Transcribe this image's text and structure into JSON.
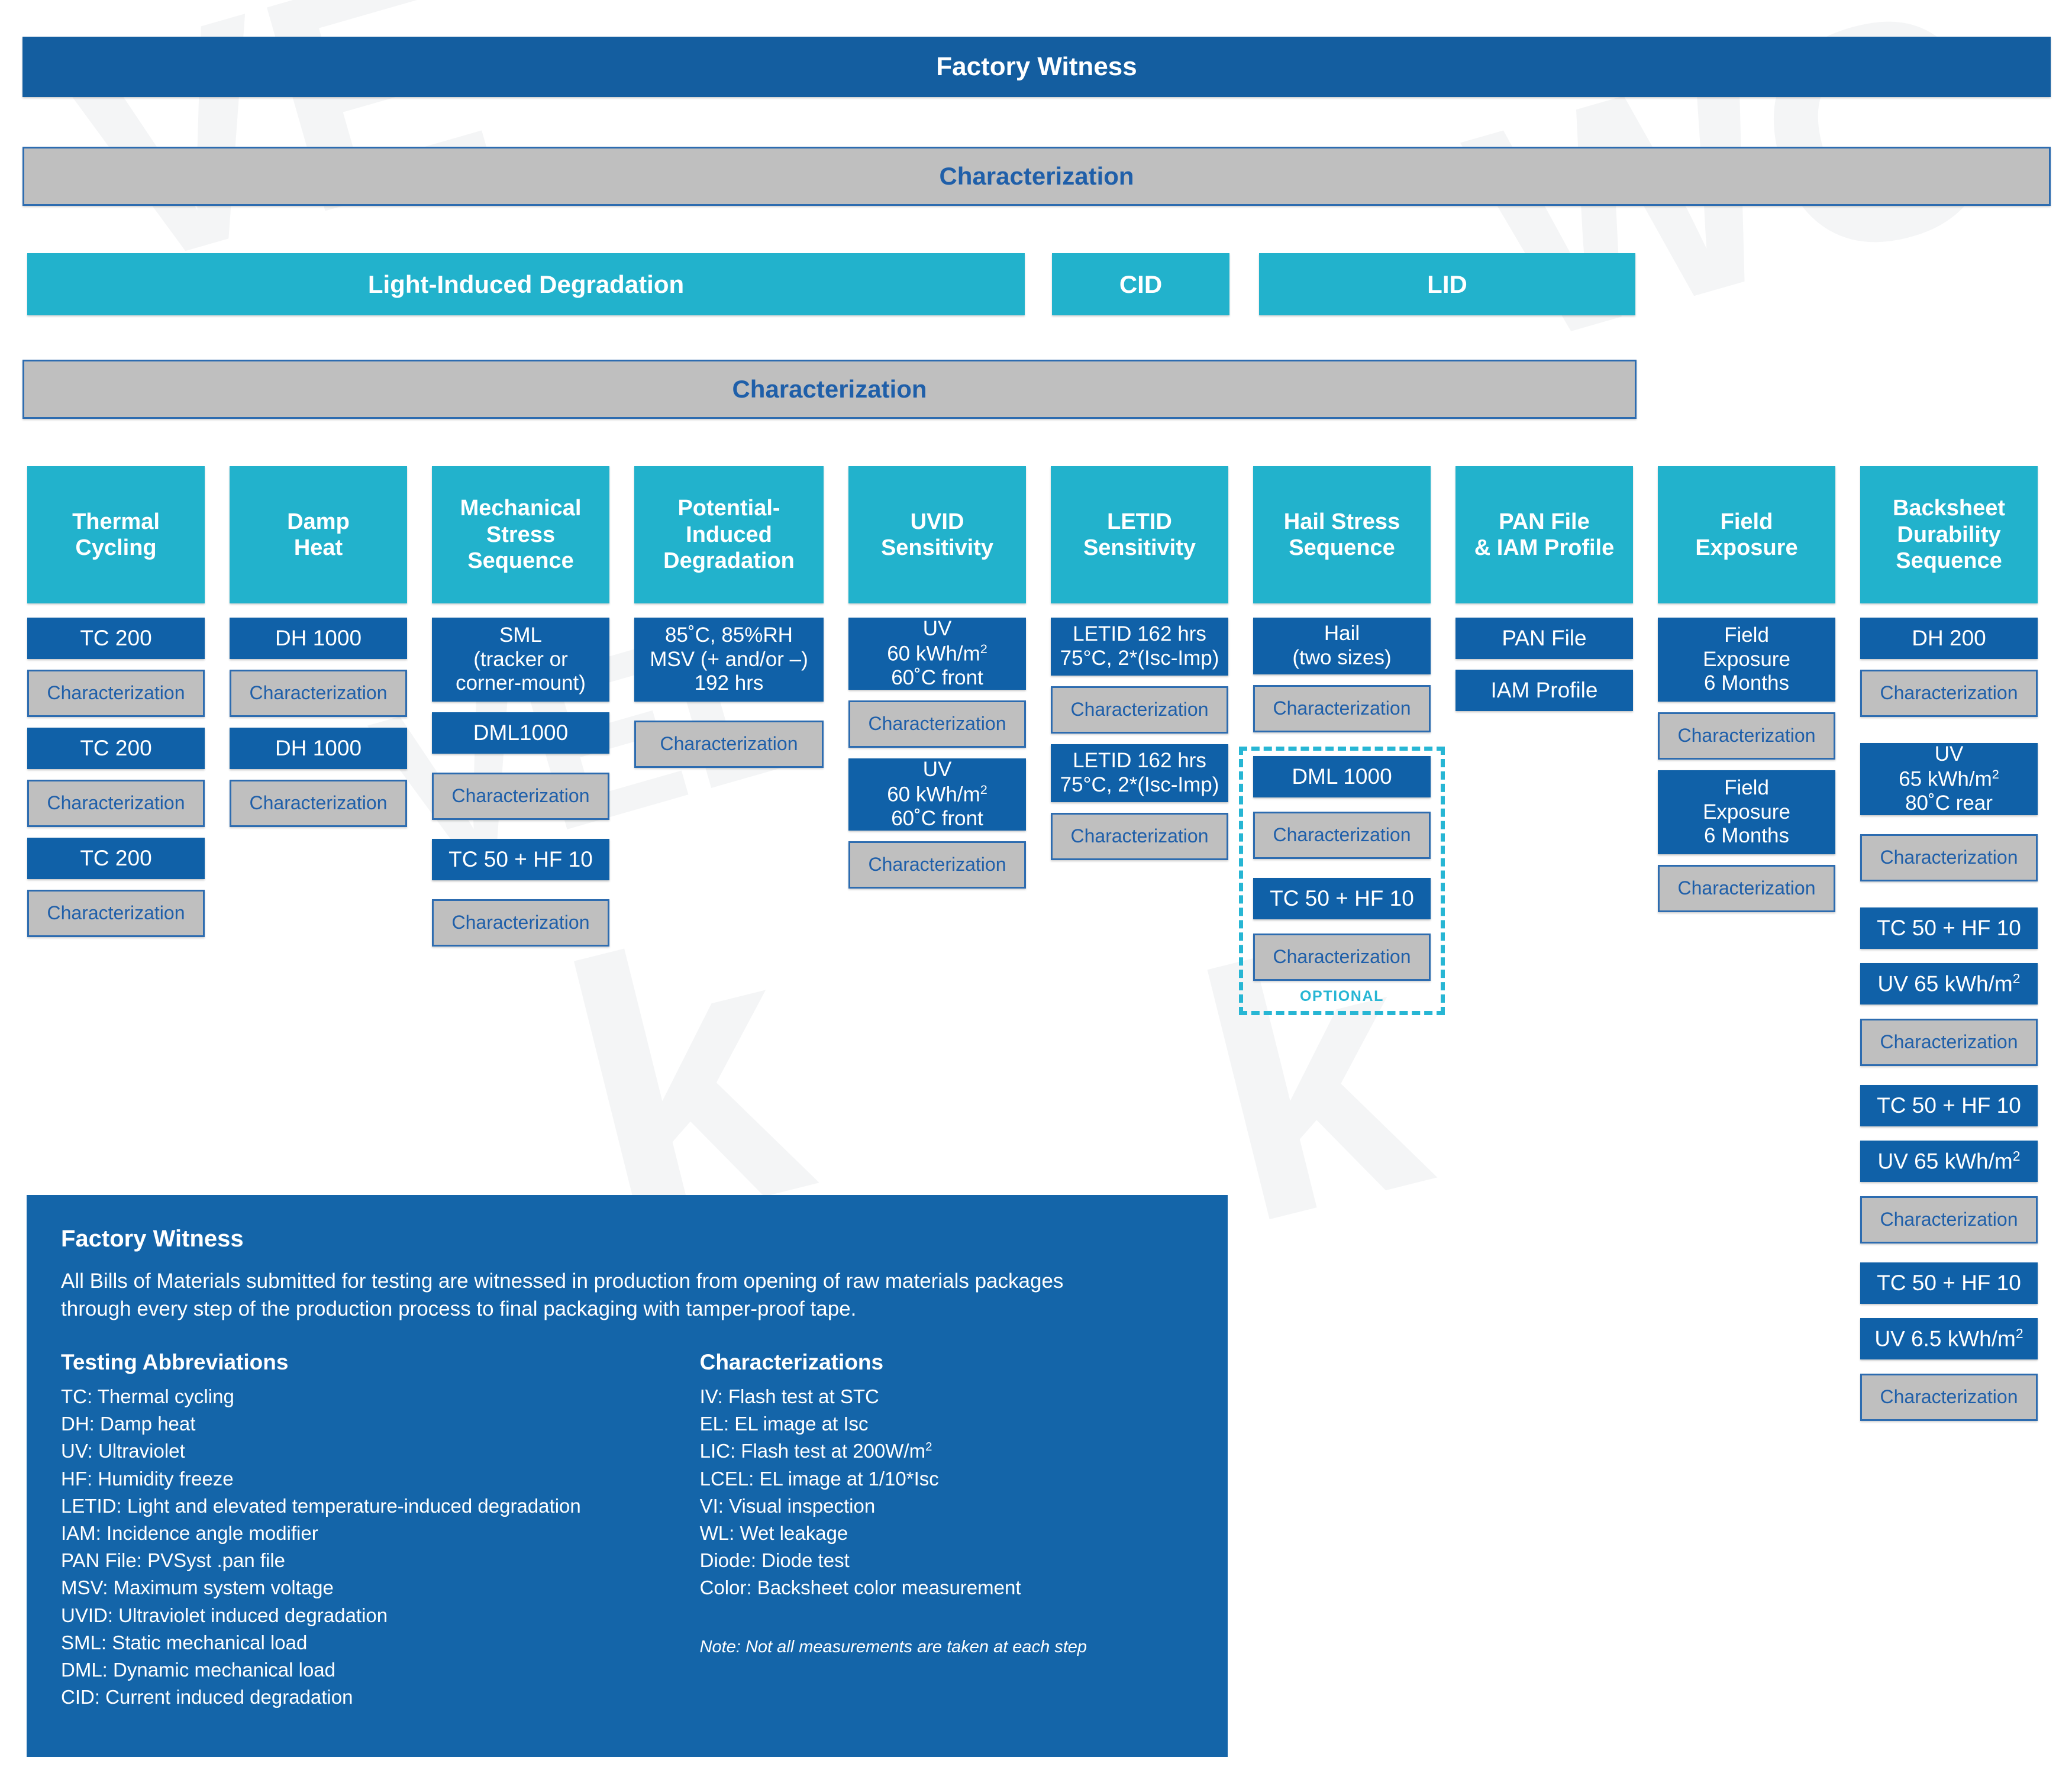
{
  "banners": {
    "factory_witness": "Factory Witness",
    "characterization_1": "Characterization",
    "light_induced_degradation": "Light-Induced Degradation",
    "cid": "CID",
    "lid": "LID",
    "characterization_2": "Characterization"
  },
  "characterization_label": "Characterization",
  "optional_label": "OPTIONAL",
  "columns": [
    {
      "id": "thermal-cycling",
      "header": [
        "Thermal",
        "Cycling"
      ],
      "steps": [
        {
          "type": "blue",
          "lines": [
            "TC 200"
          ]
        },
        {
          "type": "grey",
          "lines": [
            "Characterization"
          ]
        },
        {
          "type": "blue",
          "lines": [
            "TC 200"
          ]
        },
        {
          "type": "grey",
          "lines": [
            "Characterization"
          ]
        },
        {
          "type": "blue",
          "lines": [
            "TC 200"
          ]
        },
        {
          "type": "grey",
          "lines": [
            "Characterization"
          ]
        }
      ]
    },
    {
      "id": "damp-heat",
      "header": [
        "Damp",
        "Heat"
      ],
      "steps": [
        {
          "type": "blue",
          "lines": [
            "DH 1000"
          ]
        },
        {
          "type": "grey",
          "lines": [
            "Characterization"
          ]
        },
        {
          "type": "blue",
          "lines": [
            "DH 1000"
          ]
        },
        {
          "type": "grey",
          "lines": [
            "Characterization"
          ]
        }
      ]
    },
    {
      "id": "mechanical-stress-sequence",
      "header": [
        "Mechanical",
        "Stress",
        "Sequence"
      ],
      "steps": [
        {
          "type": "blue",
          "lines": [
            "SML",
            "(tracker or",
            "corner-mount)"
          ]
        },
        {
          "type": "blue",
          "lines": [
            "DML1000"
          ]
        },
        {
          "type": "grey",
          "lines": [
            "Characterization"
          ]
        },
        {
          "type": "blue",
          "lines": [
            "TC 50 + HF 10"
          ]
        },
        {
          "type": "grey",
          "lines": [
            "Characterization"
          ]
        }
      ]
    },
    {
      "id": "potential-induced-degradation",
      "header": [
        "Potential-",
        "Induced",
        "Degradation"
      ],
      "steps": [
        {
          "type": "blue",
          "lines": [
            "85˚C, 85%RH",
            "MSV (+ and/or –)",
            "192 hrs"
          ]
        },
        {
          "type": "grey",
          "lines": [
            "Characterization"
          ]
        }
      ]
    },
    {
      "id": "uvid-sensitivity",
      "header": [
        "UVID",
        "Sensitivity"
      ],
      "steps": [
        {
          "type": "blue",
          "lines": [
            "UV",
            "60 kWh/m²",
            "60˚C front"
          ]
        },
        {
          "type": "grey",
          "lines": [
            "Characterization"
          ]
        },
        {
          "type": "blue",
          "lines": [
            "UV",
            "60 kWh/m²",
            "60˚C front"
          ]
        },
        {
          "type": "grey",
          "lines": [
            "Characterization"
          ]
        }
      ]
    },
    {
      "id": "letid-sensitivity",
      "header": [
        "LETID",
        "Sensitivity"
      ],
      "steps": [
        {
          "type": "blue",
          "lines": [
            "LETID 162 hrs",
            "75°C, 2*(Isc-Imp)"
          ]
        },
        {
          "type": "grey",
          "lines": [
            "Characterization"
          ]
        },
        {
          "type": "blue",
          "lines": [
            "LETID 162 hrs",
            "75°C, 2*(Isc-Imp)"
          ]
        },
        {
          "type": "grey",
          "lines": [
            "Characterization"
          ]
        }
      ]
    },
    {
      "id": "hail-stress-sequence",
      "header": [
        "Hail Stress",
        "Sequence"
      ],
      "steps": [
        {
          "type": "blue",
          "lines": [
            "Hail",
            "(two sizes)"
          ]
        },
        {
          "type": "grey",
          "lines": [
            "Characterization"
          ]
        },
        {
          "type": "blue",
          "lines": [
            "DML 1000"
          ],
          "optional": true
        },
        {
          "type": "grey",
          "lines": [
            "Characterization"
          ],
          "optional": true
        },
        {
          "type": "blue",
          "lines": [
            "TC 50 + HF 10"
          ],
          "optional": true
        },
        {
          "type": "grey",
          "lines": [
            "Characterization"
          ],
          "optional": true
        }
      ]
    },
    {
      "id": "pan-file-iam-profile",
      "header": [
        "PAN File",
        "& IAM Profile"
      ],
      "steps": [
        {
          "type": "blue",
          "lines": [
            "PAN File"
          ]
        },
        {
          "type": "blue",
          "lines": [
            "IAM Profile"
          ]
        }
      ]
    },
    {
      "id": "field-exposure",
      "header": [
        "Field",
        "Exposure"
      ],
      "steps": [
        {
          "type": "blue",
          "lines": [
            "Field",
            "Exposure",
            "6 Months"
          ]
        },
        {
          "type": "grey",
          "lines": [
            "Characterization"
          ]
        },
        {
          "type": "blue",
          "lines": [
            "Field",
            "Exposure",
            "6 Months"
          ]
        },
        {
          "type": "grey",
          "lines": [
            "Characterization"
          ]
        }
      ]
    },
    {
      "id": "backsheet-durability-sequence",
      "header": [
        "Backsheet",
        "Durability",
        "Sequence"
      ],
      "steps": [
        {
          "type": "blue",
          "lines": [
            "DH 200"
          ]
        },
        {
          "type": "grey",
          "lines": [
            "Characterization"
          ]
        },
        {
          "type": "blue",
          "lines": [
            "UV",
            "65 kWh/m²",
            "80˚C rear"
          ]
        },
        {
          "type": "grey",
          "lines": [
            "Characterization"
          ]
        },
        {
          "type": "blue",
          "lines": [
            "TC 50 + HF 10"
          ]
        },
        {
          "type": "blue",
          "lines": [
            "UV 65 kWh/m²"
          ]
        },
        {
          "type": "grey",
          "lines": [
            "Characterization"
          ]
        },
        {
          "type": "blue",
          "lines": [
            "TC 50 + HF 10"
          ]
        },
        {
          "type": "blue",
          "lines": [
            "UV 65 kWh/m²"
          ]
        },
        {
          "type": "grey",
          "lines": [
            "Characterization"
          ]
        },
        {
          "type": "blue",
          "lines": [
            "TC 50 + HF 10"
          ]
        },
        {
          "type": "blue",
          "lines": [
            "UV 6.5 kWh/m²"
          ]
        },
        {
          "type": "grey",
          "lines": [
            "Characterization"
          ]
        }
      ]
    }
  ],
  "legend": {
    "title": "Factory Witness",
    "lead": "All Bills of Materials submitted for testing are witnessed in production from opening of raw materials packages through every step of the production process to final packaging with tamper-proof tape.",
    "abbrev_title": "Testing Abbreviations",
    "abbreviations": [
      "TC: Thermal cycling",
      "DH: Damp heat",
      "UV: Ultraviolet",
      "HF: Humidity freeze",
      "LETID: Light and elevated temperature-induced degradation",
      "IAM: Incidence angle modifier",
      "PAN File: PVSyst .pan file",
      "MSV: Maximum system voltage",
      "UVID: Ultraviolet induced degradation",
      "SML: Static mechanical load",
      "DML: Dynamic mechanical load",
      "CID: Current induced degradation"
    ],
    "charact_title": "Characterizations",
    "characterizations": [
      "IV: Flash test at STC",
      "EL: EL image at Isc",
      "LIC: Flash test at 200W/m²",
      "LCEL: EL image at 1/10*Isc",
      "VI: Visual inspection",
      "WL: Wet leakage",
      "Diode: Diode test",
      "Color: Backsheet color measurement"
    ],
    "note": "Note: Not all measurements are taken at each step"
  },
  "colors": {
    "dark_blue": "#1061a8",
    "banner_blue": "#145ea0",
    "teal": "#22b2cc",
    "grey": "#bfbfbf",
    "grey_border": "#2d6cb0",
    "legend_blue": "#1465a9",
    "optional_dash": "#27b6d4"
  }
}
